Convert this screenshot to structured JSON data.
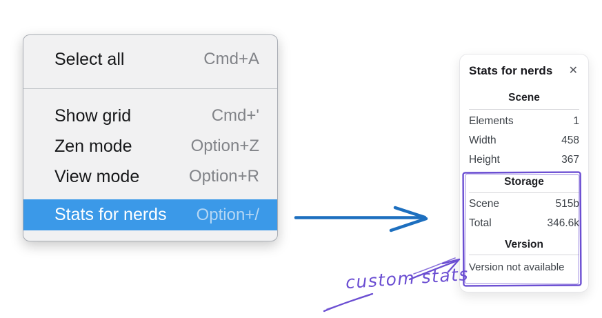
{
  "context_menu": {
    "items": [
      {
        "label": "Select all",
        "shortcut": "Cmd+A",
        "selected": false
      },
      {
        "label": "Show grid",
        "shortcut": "Cmd+'",
        "selected": false
      },
      {
        "label": "Zen mode",
        "shortcut": "Option+Z",
        "selected": false
      },
      {
        "label": "View mode",
        "shortcut": "Option+R",
        "selected": false
      },
      {
        "label": "Stats for nerds",
        "shortcut": "Option+/",
        "selected": true
      }
    ]
  },
  "stats_panel": {
    "title": "Stats for nerds",
    "close_icon": "✕",
    "scene": {
      "heading": "Scene",
      "rows": [
        {
          "label": "Elements",
          "value": "1"
        },
        {
          "label": "Width",
          "value": "458"
        },
        {
          "label": "Height",
          "value": "367"
        }
      ]
    },
    "storage": {
      "heading": "Storage",
      "rows": [
        {
          "label": "Scene",
          "value": "515b"
        },
        {
          "label": "Total",
          "value": "346.6k"
        }
      ]
    },
    "version": {
      "heading": "Version",
      "note": "Version not available"
    }
  },
  "annotation": {
    "label": "custom stats"
  },
  "colors": {
    "menu_highlight_blue": "#3b99e8",
    "menu_background": "#f1f1f2",
    "arrow_blue": "#1d6fbf",
    "annotation_purple": "#6b4ed2"
  }
}
